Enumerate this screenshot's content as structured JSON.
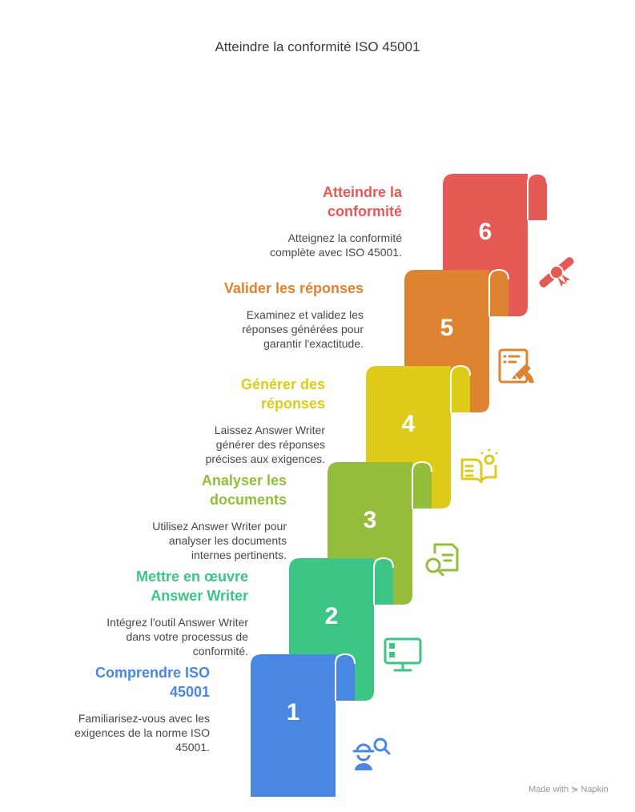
{
  "title": "Atteindre la conformité ISO 45001",
  "steps": [
    {
      "number": "1",
      "title_lines": [
        "Comprendre ISO",
        "45001"
      ],
      "desc_lines": [
        "Familiarisez-vous avec les",
        "exigences de la norme ISO",
        "45001."
      ],
      "color": "#4A87E3",
      "icon": "worker-search-icon"
    },
    {
      "number": "2",
      "title_lines": [
        "Mettre en œuvre",
        "Answer Writer"
      ],
      "desc_lines": [
        "Intégrez l'outil Answer Writer",
        "dans votre processus de",
        "conformité."
      ],
      "color": "#3DC585",
      "icon": "monitor-icon"
    },
    {
      "number": "3",
      "title_lines": [
        "Analyser les",
        "documents"
      ],
      "desc_lines": [
        "Utilisez Answer Writer pour",
        "analyser les documents",
        "internes pertinents."
      ],
      "color": "#94BD3B",
      "icon": "document-search-icon"
    },
    {
      "number": "4",
      "title_lines": [
        "Générer des",
        "réponses"
      ],
      "desc_lines": [
        "Laissez Answer Writer",
        "générer des réponses",
        "précises aux exigences."
      ],
      "color": "#DECB19",
      "icon": "book-idea-icon"
    },
    {
      "number": "5",
      "title_lines": [
        "Valider les réponses"
      ],
      "desc_lines": [
        "Examinez et validez les",
        "réponses générées pour",
        "garantir l'exactitude."
      ],
      "color": "#DE8430",
      "icon": "document-edit-icon"
    },
    {
      "number": "6",
      "title_lines": [
        "Atteindre la",
        "conformité"
      ],
      "desc_lines": [
        "Atteignez la conformité",
        "complète avec ISO 45001."
      ],
      "color": "#E55A55",
      "icon": "diploma-icon"
    }
  ],
  "footer": "Made with ⋟ Napkin"
}
